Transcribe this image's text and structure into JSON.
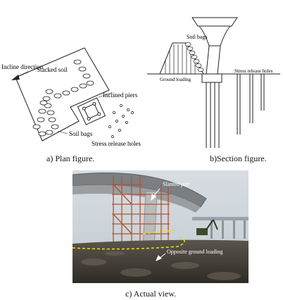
{
  "plan": {
    "caption": "a) Plan figure.",
    "labels": {
      "incline": "Incline direction",
      "stacked": "Stacked soil",
      "piers": "Inclined piers",
      "bags": "Soil bags",
      "holes": "Stress release holes"
    }
  },
  "section": {
    "caption": "b)Section figure.",
    "labels": {
      "bags": "Soil bags",
      "ground": "Ground loading",
      "holes": "Stress release holes"
    }
  },
  "photo": {
    "caption": "c) Actual view.",
    "labels": {
      "slanted": "Slanted pier",
      "opposite": "Opposite ground loading"
    },
    "colors": {
      "dashed_highlight": "#e8e000",
      "sky": "#c9d2d9",
      "ground": "#3e3a33"
    }
  }
}
